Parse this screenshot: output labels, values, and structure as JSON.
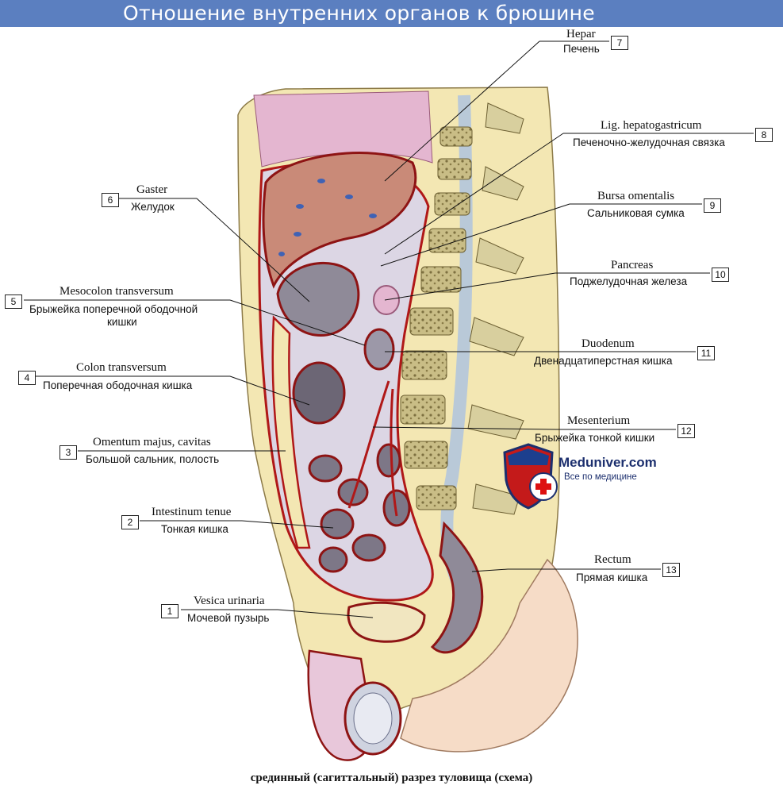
{
  "header": {
    "title": "Отношение внутренних органов к брюшине"
  },
  "labels": [
    {
      "num": "1",
      "latin": "Vesica urinaria",
      "russian": "Мочевой пузырь"
    },
    {
      "num": "2",
      "latin": "Intestinum tenue",
      "russian": "Тонкая кишка"
    },
    {
      "num": "3",
      "latin": "Omentum majus, cavitas",
      "russian": "Большой сальник, полость"
    },
    {
      "num": "4",
      "latin": "Colon transversum",
      "russian": "Поперечная ободочная кишка"
    },
    {
      "num": "5",
      "latin": "Mesocolon transversum",
      "russian": "Брыжейка поперечной ободочной",
      "russian2": "кишки"
    },
    {
      "num": "6",
      "latin": "Gaster",
      "russian": "Желудок"
    },
    {
      "num": "7",
      "latin": "Hepar",
      "russian": "Печень"
    },
    {
      "num": "8",
      "latin": "Lig. hepatogastricum",
      "russian": "Печеночно-желудочная связка"
    },
    {
      "num": "9",
      "latin": "Bursa omentalis",
      "russian": "Сальниковая сумка"
    },
    {
      "num": "10",
      "latin": "Pancreas",
      "russian": "Поджелудочная железа"
    },
    {
      "num": "11",
      "latin": "Duodenum",
      "russian": "Двенадцатиперстная кишка"
    },
    {
      "num": "12",
      "latin": "Mesenterium",
      "russian": "Брыжейка тонкой кишки"
    },
    {
      "num": "13",
      "latin": "Rectum",
      "russian": "Прямая кишка"
    }
  ],
  "logo": {
    "name": "Meduniver.com",
    "tagline": "Все по медицине"
  },
  "caption": "срединный (сагиттальный) разрез туловища (схема)",
  "colors": {
    "banner": "#5b7fc0",
    "peritoneum": "#b01818",
    "liver": "#c98a78",
    "fat": "#efd98a",
    "vertebra": "#c9bd86"
  }
}
